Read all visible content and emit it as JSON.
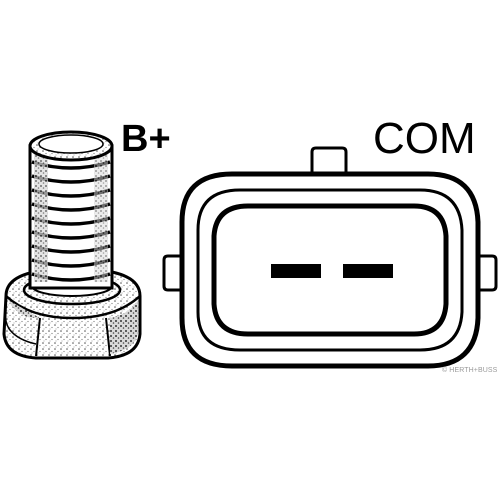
{
  "labels": {
    "battery_terminal": "B+",
    "communication_terminal": "COM"
  },
  "watermark": {
    "text": "© HERTH+BUSS"
  },
  "colors": {
    "line": "#000000",
    "background": "#ffffff",
    "watermark": "#9a9a9a"
  }
}
